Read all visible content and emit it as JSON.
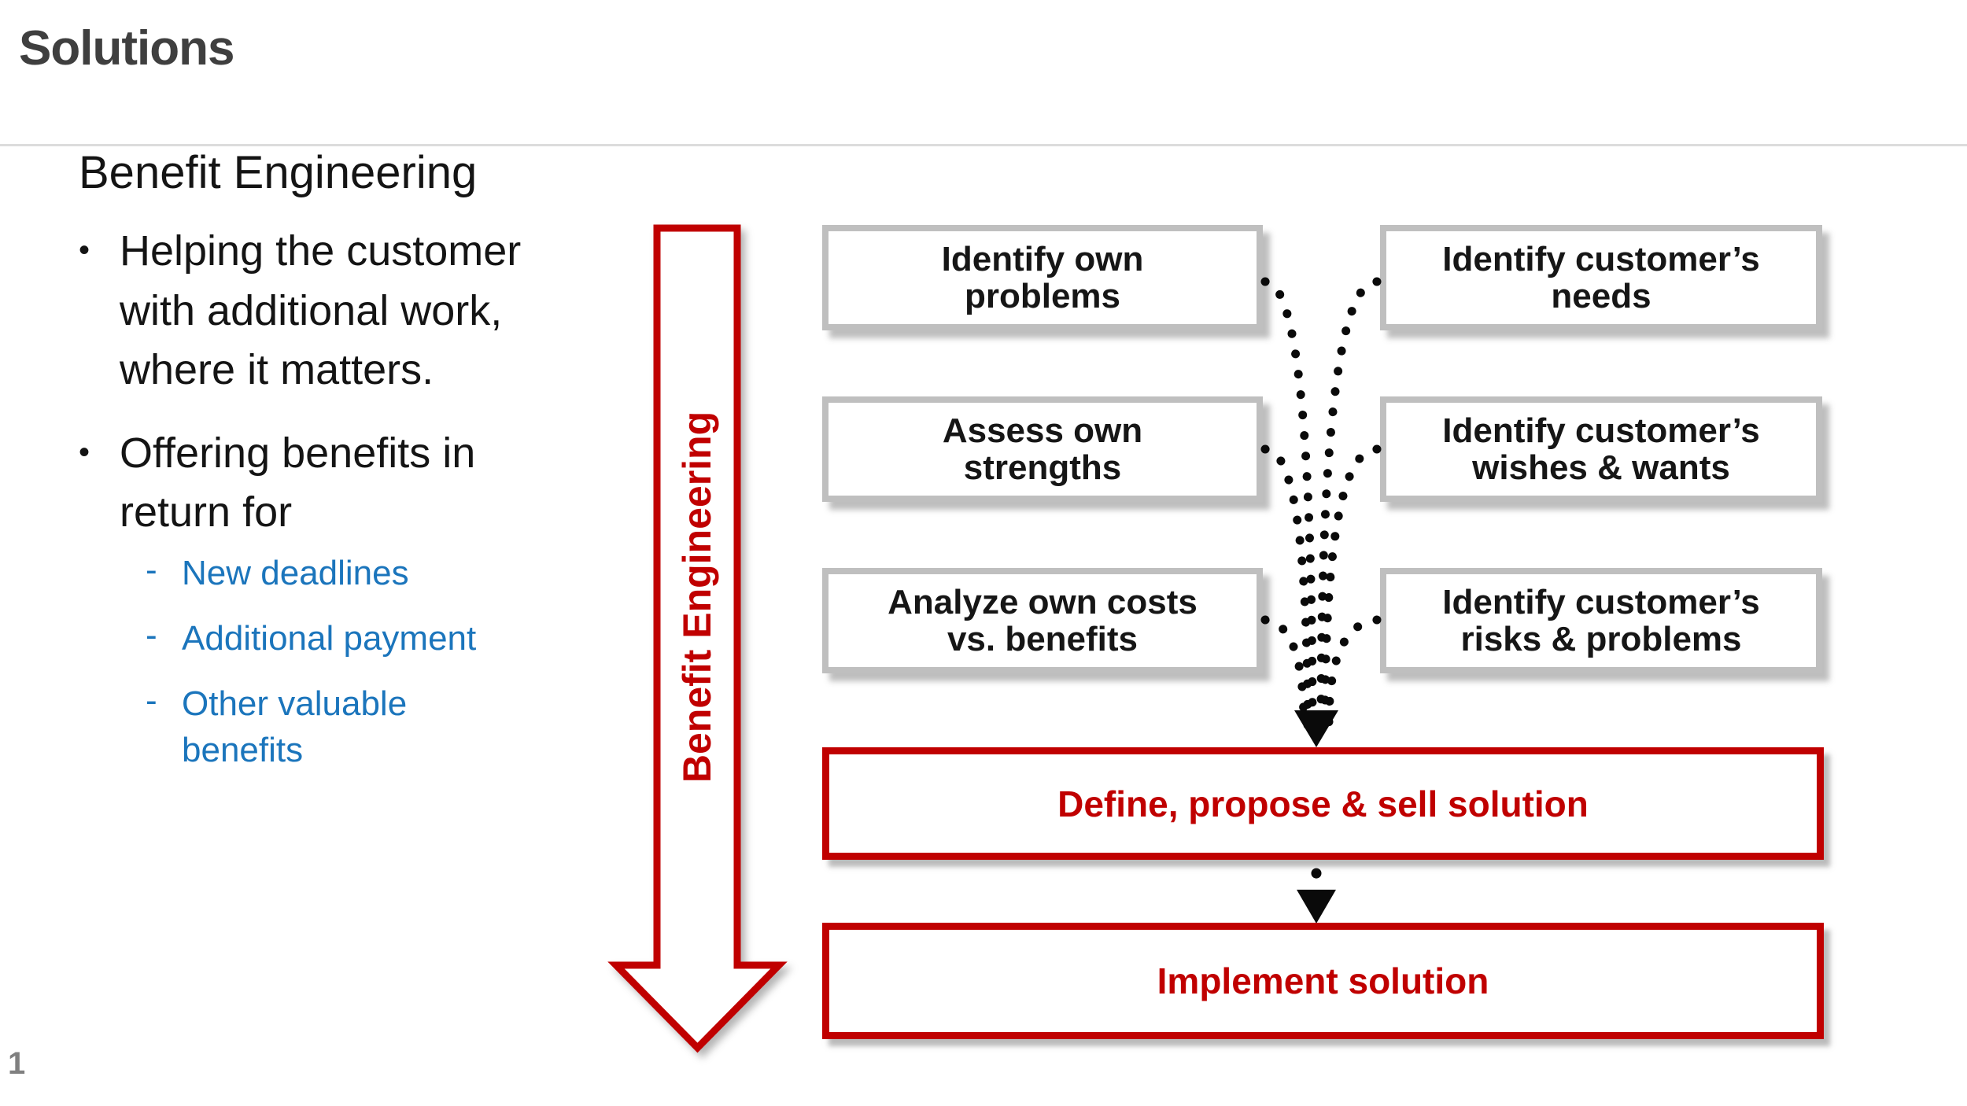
{
  "header": {
    "title": "Solutions"
  },
  "content": {
    "heading": "Benefit Engineering",
    "bullets": [
      {
        "marker": "•",
        "text": "Helping the customer\nwith additional work,\nwhere it matters."
      },
      {
        "marker": "•",
        "text": "Offering benefits in\nreturn for"
      }
    ],
    "sub_bullets": [
      {
        "marker": "-",
        "text": "New deadlines"
      },
      {
        "marker": "-",
        "text": "Additional payment"
      },
      {
        "marker": "-",
        "text": "Other valuable\nbenefits"
      }
    ]
  },
  "arrow": {
    "label": "Benefit Engineering"
  },
  "diagram": {
    "left_boxes": [
      "Identify own\nproblems",
      "Assess own\nstrengths",
      "Analyze own costs\nvs. benefits"
    ],
    "right_boxes": [
      "Identify customer’s\nneeds",
      "Identify customer’s\nwishes & wants",
      "Identify customer’s\nrisks & problems"
    ],
    "solution_boxes": [
      "Define, propose & sell solution",
      "Implement solution"
    ]
  },
  "footer": {
    "page_number": "1"
  },
  "colors": {
    "accent_red": "#C00000",
    "accent_blue": "#1B75BC",
    "title_gray": "#3F3F3F",
    "box_border_gray": "#BFBFBF",
    "dot_black": "#0A0A0A"
  }
}
